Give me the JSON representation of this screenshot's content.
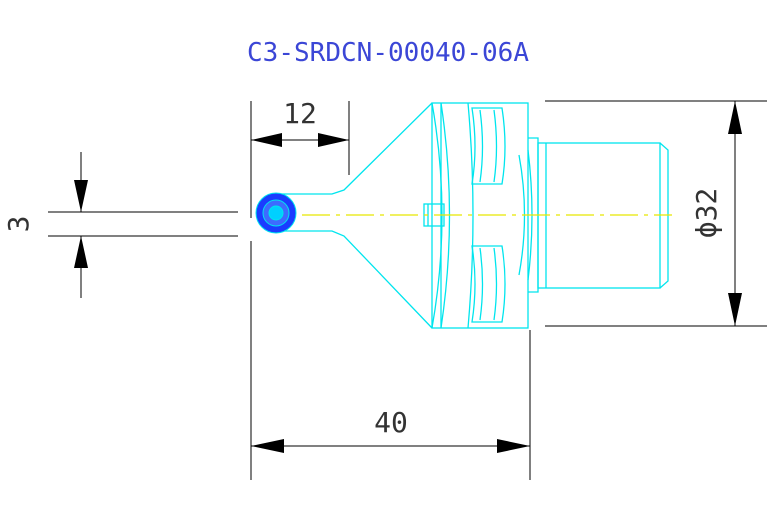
{
  "drawing": {
    "title": "C3-SRDCN-00040-06A",
    "dimensions": {
      "length": "40",
      "insert_offset": "12",
      "height": "3",
      "diameter": "ϕ32"
    },
    "colors": {
      "title_text": "#3b46d6",
      "outline": "#00e5ee",
      "dimension": "#000000",
      "dimension_text": "#333333",
      "centerline": "#e8e800",
      "insert": "#1a3cff",
      "insert_core": "#00d0ff"
    }
  }
}
